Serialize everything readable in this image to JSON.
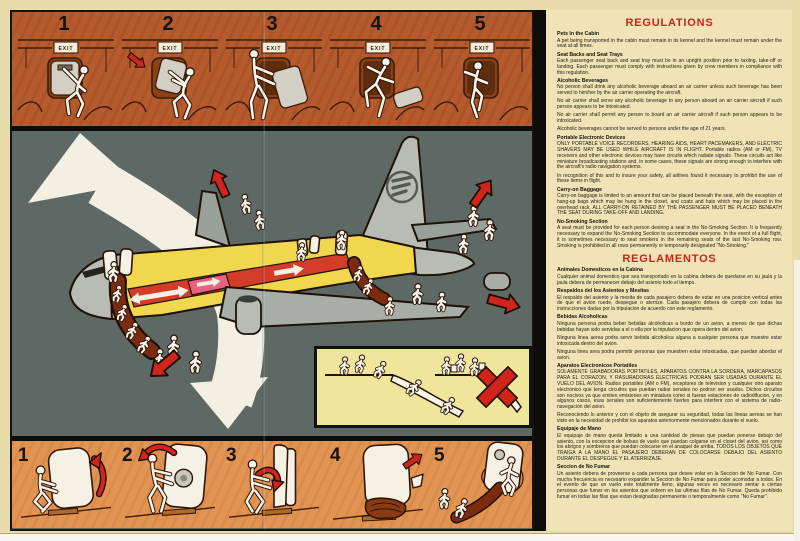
{
  "illustrations": {
    "top_sequence": {
      "exit_label": "EXIT",
      "panels": [
        {
          "number": "1"
        },
        {
          "number": "2"
        },
        {
          "number": "3"
        },
        {
          "number": "4"
        },
        {
          "number": "5"
        }
      ]
    },
    "bottom_sequence": {
      "panels": [
        {
          "number": "1"
        },
        {
          "number": "2"
        },
        {
          "number": "3"
        },
        {
          "number": "4"
        },
        {
          "number": "5"
        }
      ]
    }
  },
  "regulations": {
    "title": "REGULATIONS",
    "sections": [
      {
        "heading": "Pets In the Cabin",
        "paragraphs": [
          "A pet being transported in the cabin must remain in its kennel and the kennel must remain under the seat at all times."
        ]
      },
      {
        "heading": "Seat Backs and Seat Trays",
        "paragraphs": [
          "Each passenger seat back and seat tray must be in an upright position prior to taxiing, take-off or landing. Each passenger must comply with instructions given by crew members in compliance with this regulation."
        ]
      },
      {
        "heading": "Alcoholic Beverages",
        "paragraphs": [
          "No person shall drink any alcoholic beverage aboard an air carrier unless such beverage has been served to him/her by the air carrier operating the aircraft.",
          "No air carrier shall serve any alcoholic beverage to any person aboard an air carrier aircraft if such person appears to be intoxicated.",
          "No air carrier shall permit any person to board an air carrier aircraft if such person appears to be intoxicated.",
          "Alcoholic beverages cannot be served to persons under the age of 21 years."
        ]
      },
      {
        "heading": "Portable Electronic Devices",
        "paragraphs": [
          "ONLY PORTABLE VOICE RECORDERS, HEARING AIDS, HEART PACEMAKERS, AND ELECTRIC SHAVERS MAY BE USED WHILE AIRCRAFT IS IN FLIGHT. Portable radios (AM or FM), TV receivers and other electronic devices may have circuits which radiate signals. These circuits act like miniature broadcasting stations and, in some cases, these signals are strong enough to interfere with the aircraft's radio navigation systems.",
          "In recognition of this and to insure your safety, all airlines found it necessary to prohibit the use of these items in flight."
        ]
      },
      {
        "heading": "Carry-on Baggage",
        "paragraphs": [
          "Carry-on baggage is limited to an amount that can be placed beneath the seat, with the exception of hang-up bags which may be hung in the closet, and coats and hats which may be placed in the overhead rack. ALL CARRY-ON RETAINED BY THE PASSENGER MUST BE PLACED BENEATH THE SEAT DURING TAKE-OFF AND LANDING."
        ]
      },
      {
        "heading": "No-Smoking Section",
        "paragraphs": [
          "A seat must be provided for each person desiring a seat in the No-Smoking Section. It is frequently necessary to expand the No-Smoking Section to accommodate everyone. In the event of a full flight, it is sometimes necessary to seat smokers in the remaining seats of the last No-Smoking row. Smoking is prohibited in all rows permanently or temporarily designated ''No-Smoking.''"
        ]
      }
    ]
  },
  "reglamentos": {
    "title": "REGLAMENTOS",
    "sections": [
      {
        "heading": "Animales Domesticos en la Cabina",
        "paragraphs": [
          "Cualquier animal domestico que sea transportado en la cabina debera de quedarse en su jaula y la jaula debera de permanecer debajo del asiento todo el tiempo."
        ]
      },
      {
        "heading": "Respaldos del los Asientos y Mesitas",
        "paragraphs": [
          "El respaldo del asiento y la mesita de cada pasajero debera de estar en una posicion vertical antes de que el avion ruede, despegue o aterrize. Cada pasajero debera de cumplir con todas las instrucciones dadas por la tripulacion de acuerdo con este reglamento."
        ]
      },
      {
        "heading": "Bebidas Alcoholicas",
        "paragraphs": [
          "Ninguna persona podra beber bebidas alcoholicas a bordo de un avion, a menos de que dichas bebidas hayan sido servidas a el o ella por la tripulacion que opera dentro del avion.",
          "Ninguna linea aerea podra servir bebida alcoholica alguna a cualquier persona que muestre estar intoxicada dentro del avion.",
          "Ninguna linea area podra permitir personas que muestren estar intoxicadas, que puedan abordar el avion."
        ]
      },
      {
        "heading": "Aparatos Electronicos Portatiles",
        "paragraphs": [
          "SOLAMENTE GRABADORAS PORTATILES, APARATOS CONTRA LA SORDERA, MARCAPASOS PARA EL CORAZON, Y RASURADORAS ELECTRICAS PODRAN SER USADAS DURANTE EL VUELO DEL AVION. Radios portatiles (AM o FM), receptores de television y cualquier otro aparato electronico que tenga circuitos que puedan radiar senales no podran ser usados. Dichos circuitos son nocivos ya que emiten emisiones en miniatura como si fueran estaciones de radiodifucion, y en algunos casos, esas senales son suficientemente fuertes para interferir con el sistema de radio-navegacion del avion.",
          "Reconociendo lo anterior y con el objeto de asegurar su seguridad, todas las lineas aereas se han visto en la necesidad de prohibir los aparatos anteriormente mencionados durante el vuelo."
        ]
      },
      {
        "heading": "Equipaje de Mano",
        "paragraphs": [
          "El equipaje de mano queda limitado a una cantidad de piesas que puedan ponerse debajo del asiento, con la excepcion de bolsas de vuelo que puedan colgarse en el closet del avion, asi como los abrigos y sombreros que puedan colocarse en el anaquel de arriba. TODOS LOS OBJETOS QUE TRAIGA A LA MANO EL PASAJERO DEBERAN DE COLOCARSE DEBAJO DEL ASIENTO DURANTE EL DESPEGUE Y EL ATERRIZAJE."
        ]
      },
      {
        "heading": "Seccion de No Fumar",
        "paragraphs": [
          "Un asiento debera de proveerse a cada persona que desee volar en la Seccion de No Fumar. Con mucha frecuencia es necesario expander la Seccion de No Fumar para poder acomodar a todos. En el evento de que un vuelo este totalmente lleno, algunas veces es necesario sentar a ciertas personas que fumar en los asientos que sobren en las ultimas filas de No Fumar. Queda prohibido fumar en todas las filas que estan designadas permanente o temporalmente como ''No Fumar''."
        ]
      }
    ]
  },
  "colors": {
    "paper": "#e9dcab",
    "text_panel": "#f0e4b6",
    "top_band": "#b4582a",
    "middle_band": "#5e6864",
    "bottom_band": "#e2914d",
    "inset_bg": "#efe59b",
    "accent_red": "#c6231c",
    "arrow_red": "#d0251a",
    "slide_brown": "#7c2a10",
    "fuselage_yellow": "#f0d74e",
    "aisle_red": "#d23c28",
    "galley_pink": "#e8627e",
    "aircraft_gray": "#b9bcb4",
    "big_arrow_white": "#f3efe3"
  }
}
